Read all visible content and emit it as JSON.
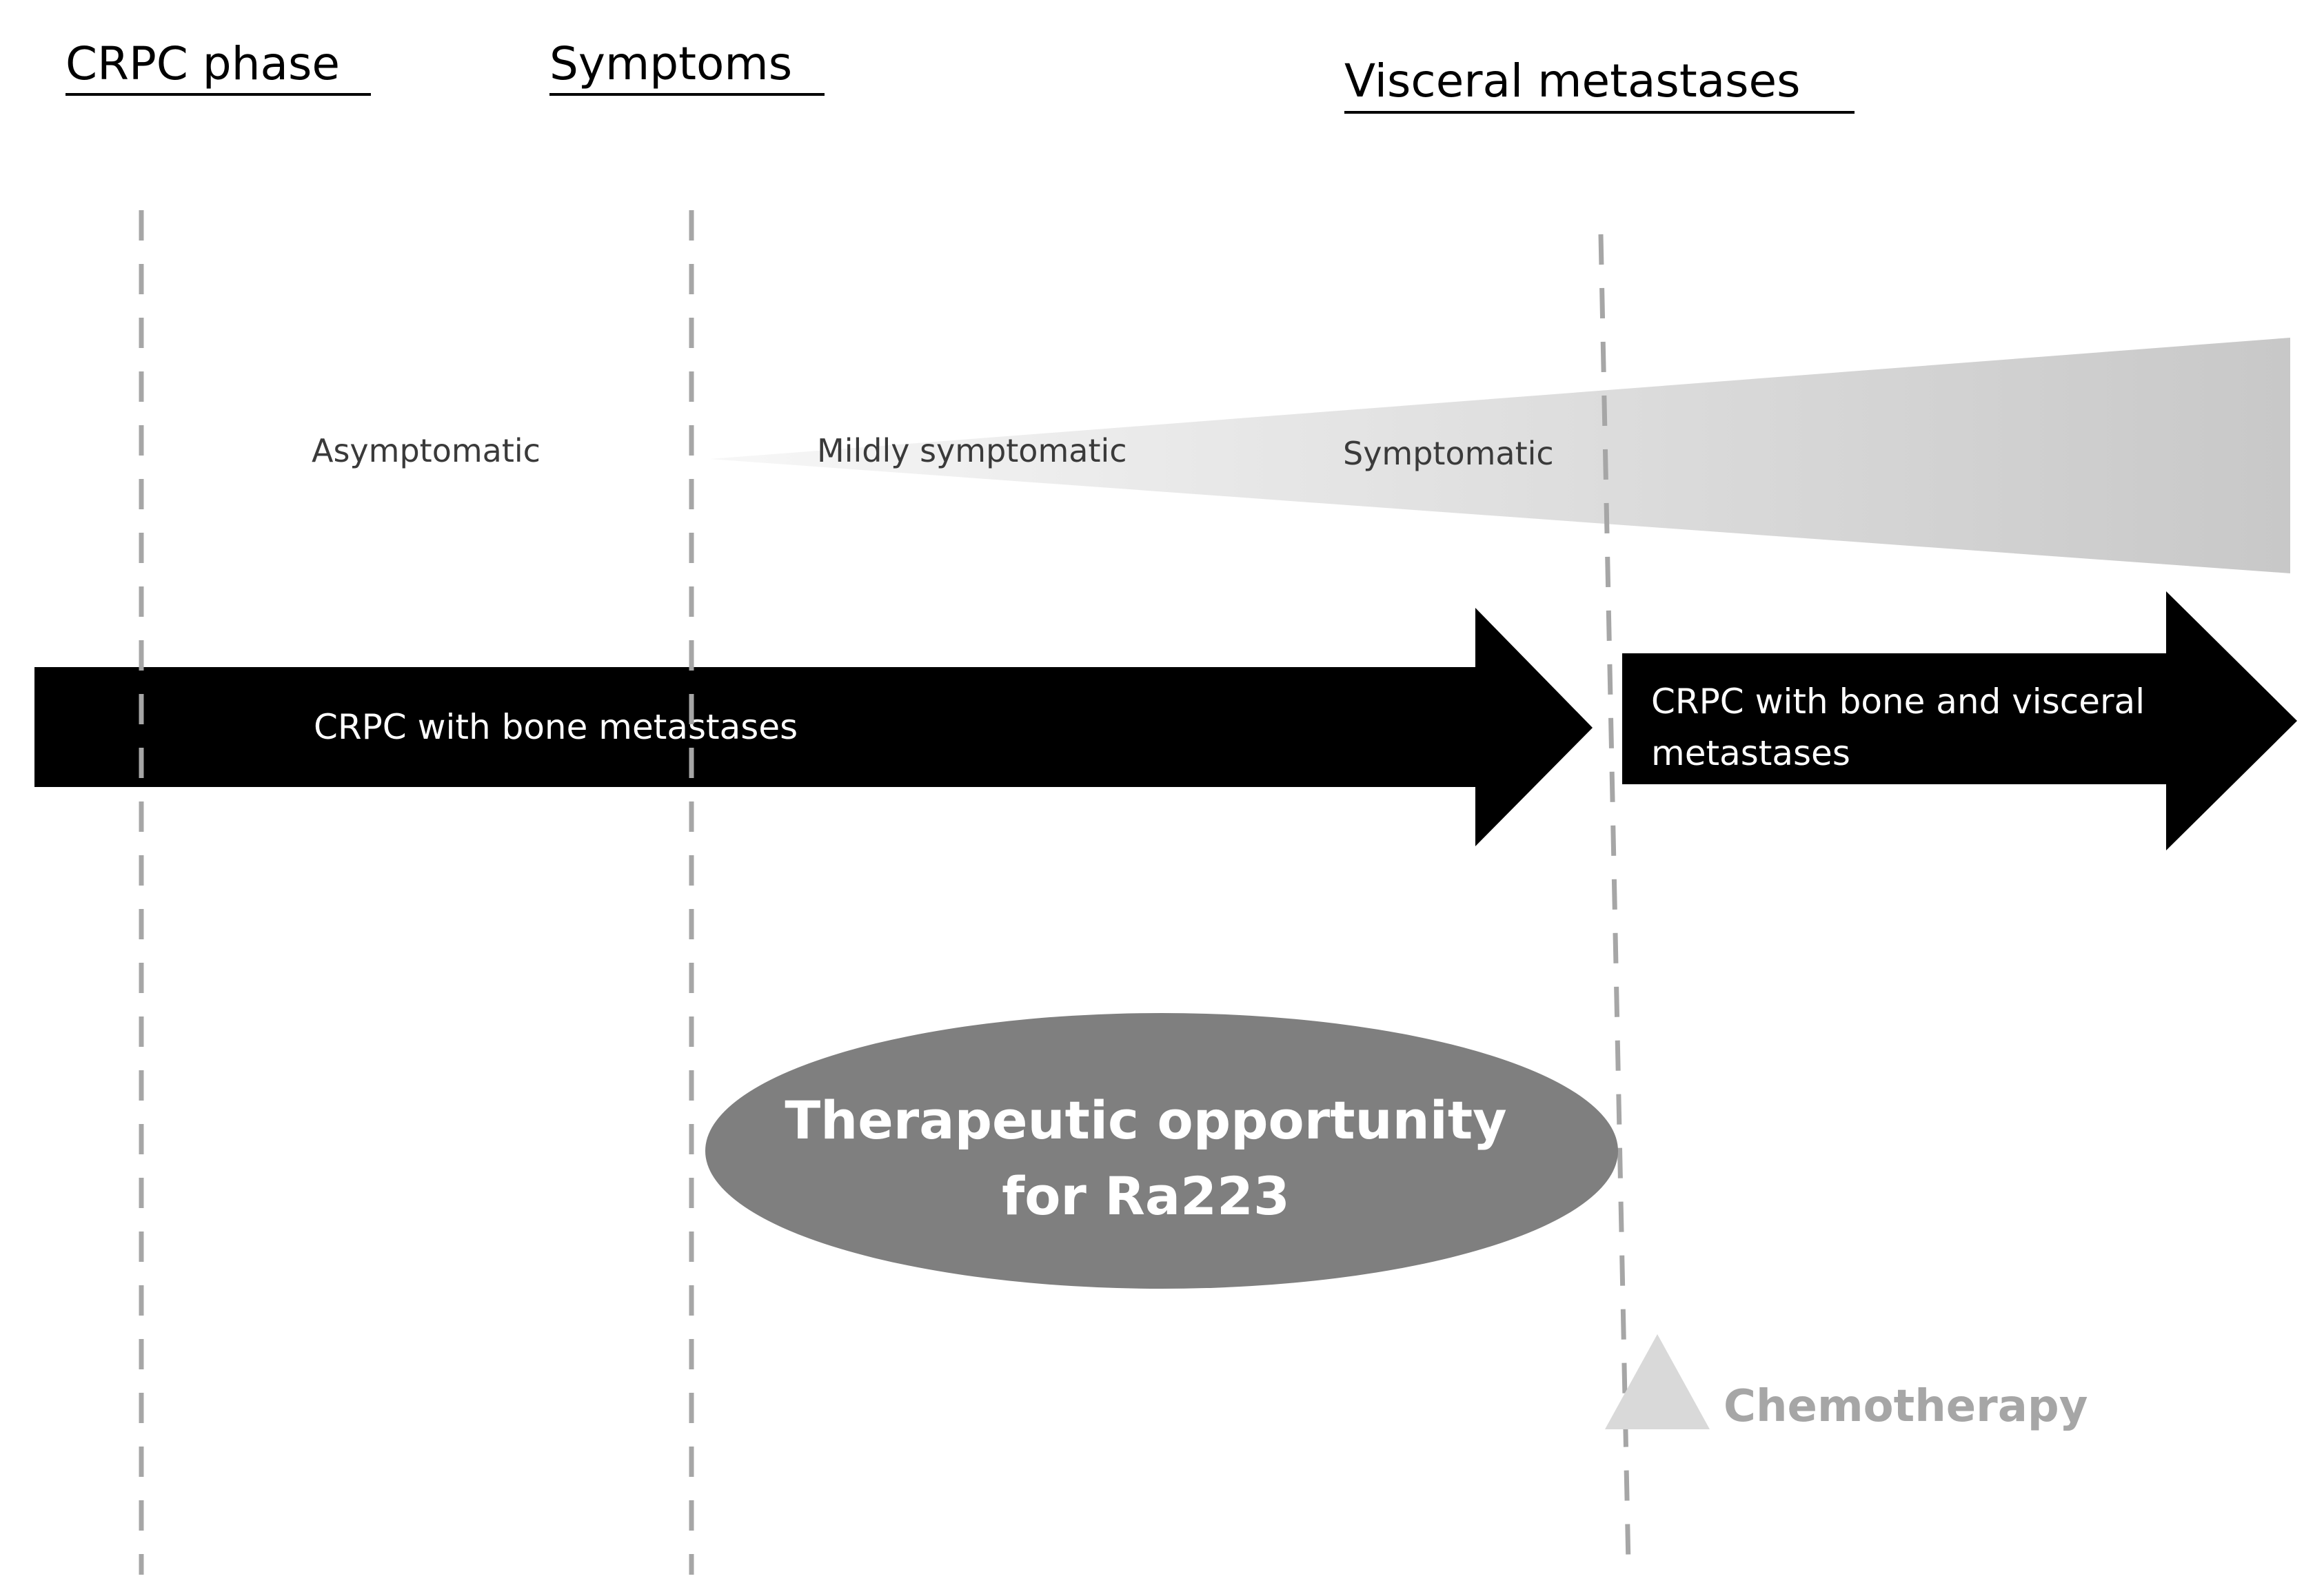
{
  "headers": {
    "crpc_phase": "CRPC phase",
    "symptoms": "Symptoms",
    "visceral_metastases": "Visceral metastases"
  },
  "symptom_phases": {
    "asymptomatic": "Asymptomatic",
    "mildly_symptomatic": "Mildly symptomatic",
    "symptomatic": "Symptomatic"
  },
  "arrows": {
    "bone_metastases": "CRPC with bone metastases",
    "bone_visceral_line1": "CRPC with bone and visceral",
    "bone_visceral_line2": "metastases"
  },
  "opportunity": {
    "line1": "Therapeutic opportunity",
    "line2": "for Ra223"
  },
  "chemotherapy": "Chemotherapy",
  "colors": {
    "arrow_fill": "#000000",
    "ellipse_fill": "#7f7f7f",
    "wedge_start": "#f7f7f7",
    "wedge_end": "#c8c8c8",
    "dashed_line": "#a6a6a6",
    "chemo_marker": "#d9d9d9",
    "chemo_text": "#a6a6a6"
  }
}
